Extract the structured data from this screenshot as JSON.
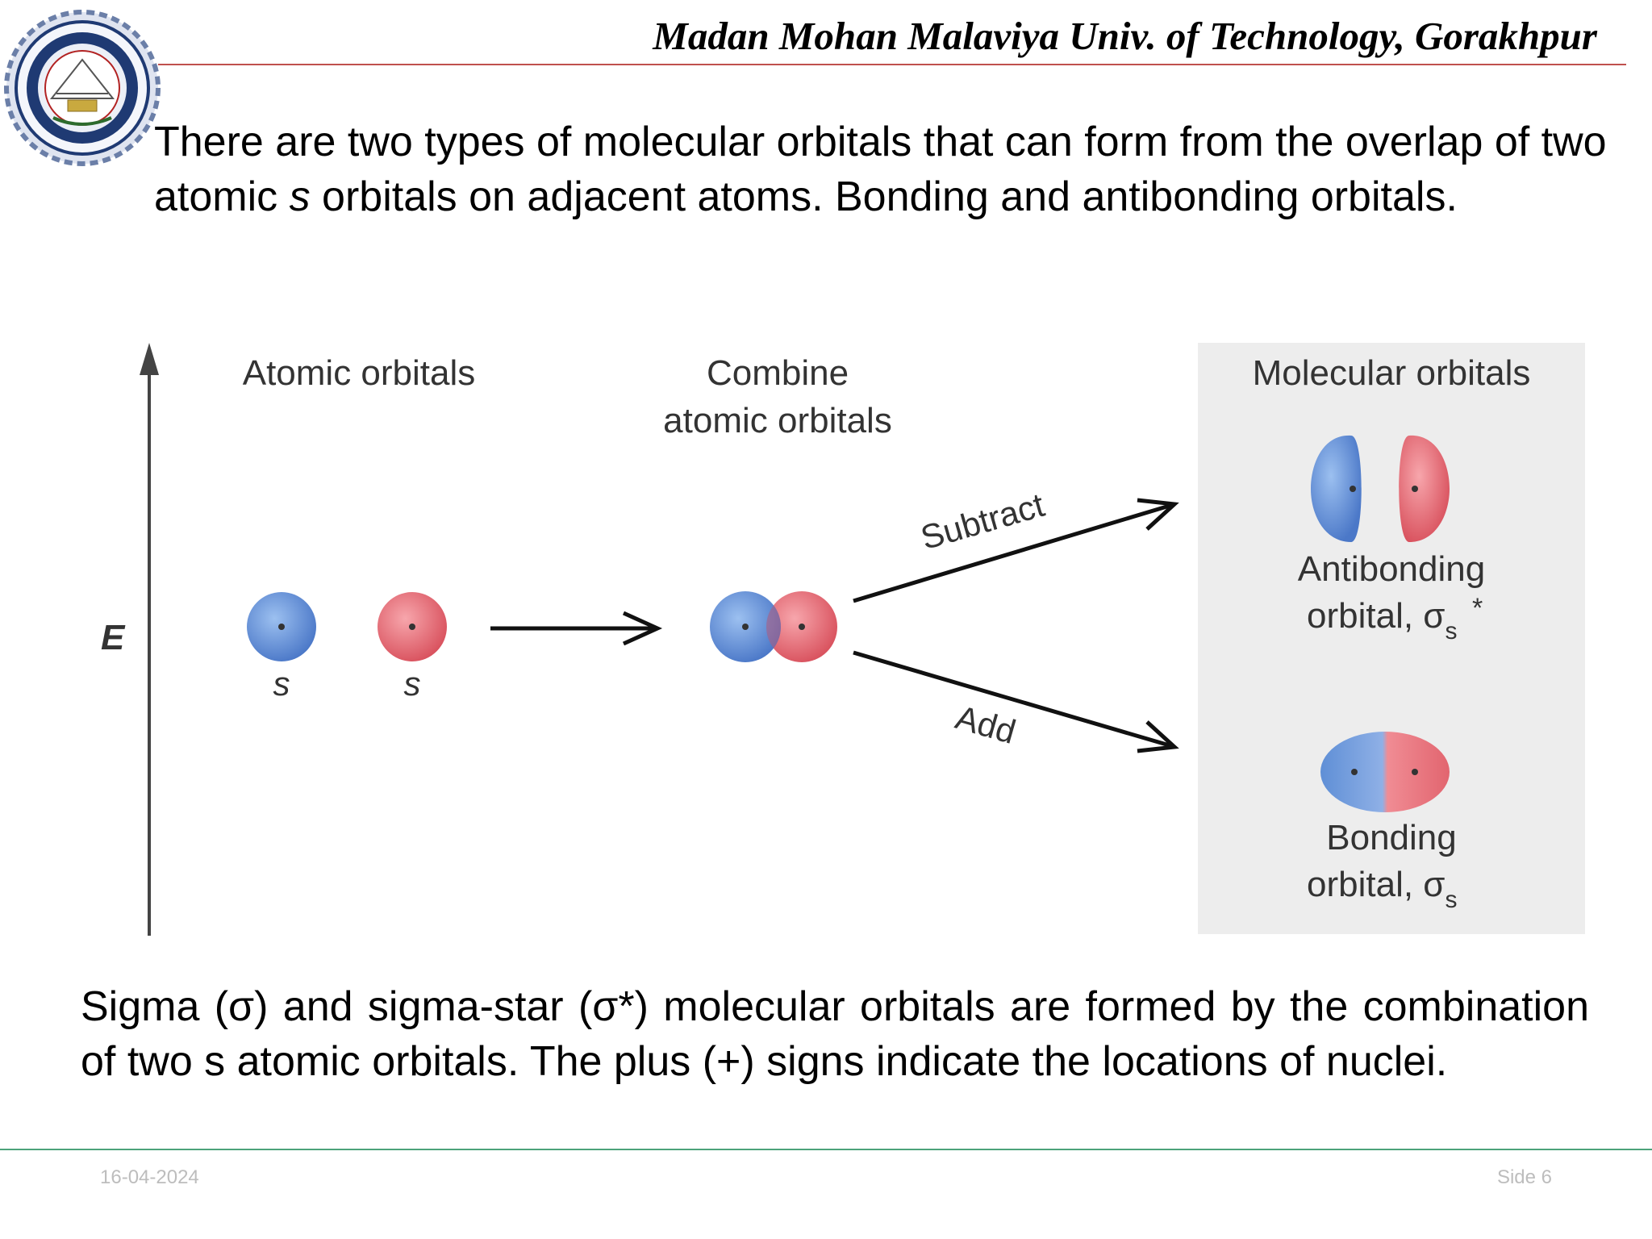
{
  "header": {
    "title": "Madan Mohan Malaviya Univ. of Technology, Gorakhpur"
  },
  "logo": {
    "icon": "university-seal-icon",
    "colors": {
      "ring": "#1f3a73",
      "gear": "#6b7fa8",
      "inner": "#ffffff"
    }
  },
  "intro": {
    "part1": "There are two types of molecular orbitals that can form from the overlap of two atomic ",
    "italic": "s",
    "part2": " orbitals on adjacent atoms. Bonding and antibonding orbitals."
  },
  "figure": {
    "energy_label": "E",
    "atomic_header": "Atomic orbitals",
    "combine_header_line1": "Combine",
    "combine_header_line2": "atomic orbitals",
    "molecular_header": "Molecular orbitals",
    "s_label_1": "s",
    "s_label_2": "s",
    "subtract_label": "Subtract",
    "add_label": "Add",
    "antibonding_line1": "Antibonding",
    "antibonding_line2": "orbital, σ",
    "antibonding_sub": "s",
    "antibonding_sup": "*",
    "bonding_line1": "Bonding",
    "bonding_line2": "orbital, σ",
    "bonding_sub": "s",
    "colors": {
      "blue": "#5f8fd6",
      "red": "#e2656f",
      "panel": "#ededed"
    }
  },
  "caption": "Sigma (σ) and sigma-star (σ*) molecular orbitals are formed by the combination of two s atomic orbitals. The plus (+) signs indicate the locations of nuclei.",
  "footer": {
    "date": "16-04-2024",
    "slide": "Side 6"
  }
}
